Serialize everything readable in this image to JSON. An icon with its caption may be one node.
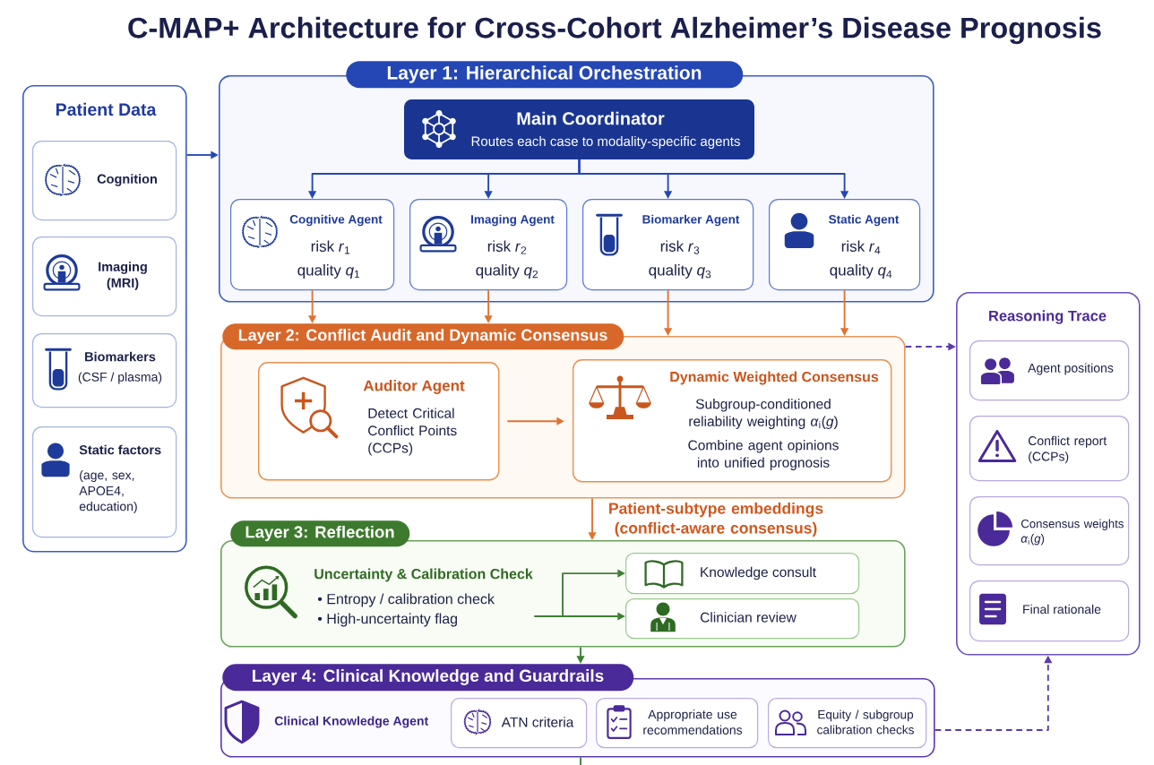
{
  "diagram": {
    "title": "C-MAP+ Architecture for Cross-Cohort Alzheimer’s Disease Prognosis",
    "nodes": [
      {
        "text": [
          "Patient Data"
        ]
      },
      {
        "text": [
          "Cognition"
        ],
        "in": 0
      },
      {
        "text": [
          "Imaging (MRI)"
        ],
        "in": 0
      },
      {
        "text": [
          "Biomarkers",
          "(CSF / plasma)"
        ],
        "in": 0
      },
      {
        "text": [
          "Static factors",
          "(age, sex, APOE4, education)"
        ],
        "in": 0
      },
      {
        "text": [
          "Layer 1: Hierarchical Orchestration"
        ]
      },
      {
        "text": [
          "Main Coordinator",
          "Routes each case to modality-specific agents"
        ],
        "in": 5
      },
      {
        "text": [
          "Cognitive Agent",
          "risk *r*$_{1}$",
          "quality *q*$_{1}$"
        ],
        "in": 5
      },
      {
        "text": [
          "Imaging Agent",
          "risk *r*$_{2}$",
          "quality *q*$_{2}$"
        ],
        "in": 5
      },
      {
        "text": [
          "Biomarker Agent",
          "risk *r*$_{3}$",
          "quality *q*$_{3}$"
        ],
        "in": 5
      },
      {
        "text": [
          "Static Agent",
          "risk *r*$_{4}$",
          "quality *q*$_{4}$"
        ],
        "in": 5
      },
      {
        "text": [
          "Layer 2: Conflict Audit and Dynamic Consensus"
        ]
      },
      {
        "text": [
          "Auditor Agent",
          "Detect Critical Conflict Points (CCPs)"
        ],
        "in": 11
      },
      {
        "text": [
          "Dynamic Weighted Consensus",
          "Subgroup-conditioned reliability weighting *α*$_{i}$(*g*)",
          "Combine agent opinions into unified prognosis"
        ],
        "in": 11
      },
      {
        "text": [
          "Layer 3: Reflection"
        ]
      },
      {
        "text": [
          "Uncertainty & Calibration Check",
          "• Entropy / calibration check",
          "• High-uncertainty flag"
        ],
        "in": 14
      },
      {
        "text": [
          "Knowledge consult"
        ],
        "in": 14
      },
      {
        "text": [
          "Clinician review"
        ],
        "in": 14
      },
      {
        "text": [
          "Layer 4: Clinical Knowledge and Guardrails"
        ]
      },
      {
        "text": [
          "ATN criteria"
        ],
        "in": 18
      },
      {
        "text": [
          "Appropriate use recommendations"
        ],
        "in": 18
      },
      {
        "text": [
          "Equity / subgroup calibration checks"
        ],
        "in": 18
      },
      {
        "text": [
          "Reasoning Trace"
        ]
      },
      {
        "text": [
          "Agent positions"
        ],
        "in": 22
      },
      {
        "text": [
          "Conflict report (CCPs)"
        ],
        "in": 22
      },
      {
        "text": [
          "Consensus weights *α*$_{i}$(*g*)"
        ],
        "in": 22
      },
      {
        "text": [
          "Final rationale"
        ],
        "in": 22
      }
    ],
    "edges": [
      {
        "from": 0,
        "to": 5,
        "arrow": "to",
        "color": "#2447b5"
      },
      {
        "from": 6,
        "to": 7,
        "arrow": "to",
        "color": "#2447b5"
      },
      {
        "from": 6,
        "to": 8,
        "arrow": "to",
        "color": "#2447b5"
      },
      {
        "from": 6,
        "to": 9,
        "arrow": "to",
        "color": "#2447b5"
      },
      {
        "from": 6,
        "to": 10,
        "arrow": "to",
        "color": "#2447b5"
      },
      {
        "from": 7,
        "to": 11,
        "arrow": "to"
      },
      {
        "from": 8,
        "to": 11,
        "arrow": "to"
      },
      {
        "from": 9,
        "to": 11,
        "arrow": "to"
      },
      {
        "from": 10,
        "to": 11,
        "arrow": "to"
      },
      {
        "from": 12,
        "to": 13,
        "arrow": "to"
      },
      {
        "from": 11,
        "to": 14,
        "arrow": "to",
        "label": "Patient-subtype embeddings (conflict-aware consensus)"
      },
      {
        "from": 11,
        "to": 22,
        "arrow": "to",
        "style": "dashed",
        "color": "#5b3bae"
      },
      {
        "from": 15,
        "to": 16,
        "arrow": "to",
        "color": "#3f7f33"
      },
      {
        "from": 15,
        "to": 17,
        "arrow": "to",
        "color": "#3f7f33"
      },
      {
        "from": 14,
        "to": 18,
        "arrow": "to",
        "color": "#3f7f33"
      },
      {
        "from": 18,
        "to": 22,
        "arrow": "to",
        "style": "dashed",
        "color": "#5b3bae"
      },
      {
        "from": 18,
        "to": null,
        "arrow": "none",
        "color": "#3f7f33"
      }
    ],
    "labels": [
      "Clinical Knowledge Agent"
    ]
  }
}
